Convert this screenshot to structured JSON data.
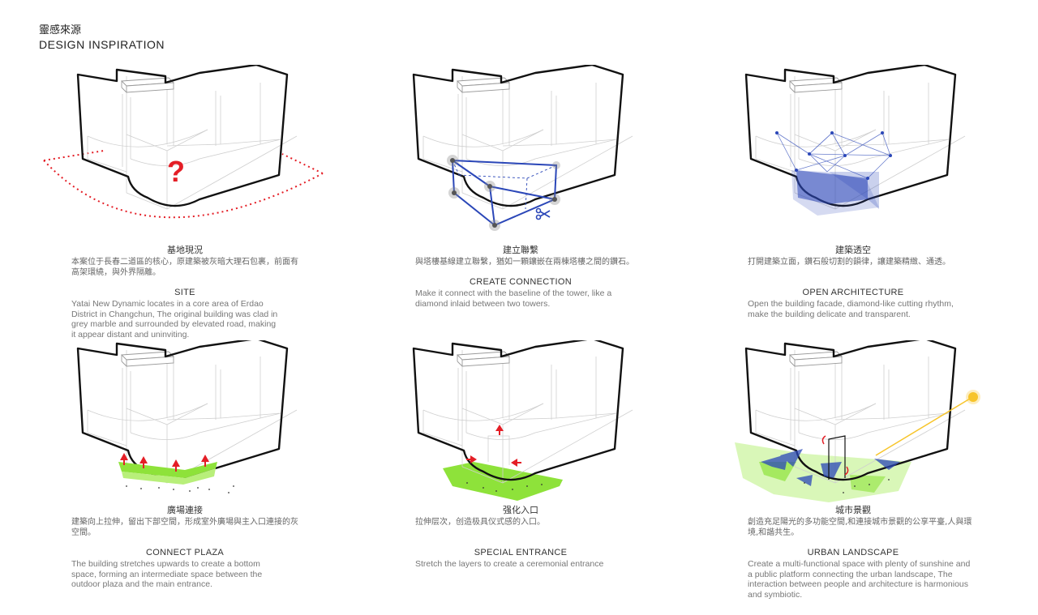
{
  "header": {
    "title_zh": "靈感來源",
    "title_en": "DESIGN INSPIRATION"
  },
  "colors": {
    "outline": "#111111",
    "red": "#e41e26",
    "blue": "#2b47b8",
    "green": "#8ee23a",
    "sun": "#f7c52b"
  },
  "panels": [
    {
      "id": "site",
      "title_zh": "基地現況",
      "body_zh": "本案位于長春二道區的核心，原建築被灰暗大理石包裹，前面有高架環繞，與外界隔離。",
      "title_en": "SITE",
      "body_en": "Yatai New Dynamic locates in a core area of Erdao District in Changchun, The original building was clad in grey marble and surrounded by elevated road, making it appear distant and uninviting."
    },
    {
      "id": "create-connection",
      "title_zh": "建立聯繫",
      "body_zh": "與塔樓基線建立聯繫，猶如一顆鑲嵌在兩棟塔樓之間的鑽石。",
      "title_en": "CREATE  CONNECTION",
      "body_en": "Make it connect with the baseline of the tower, like a diamond inlaid between two towers."
    },
    {
      "id": "open-architecture",
      "title_zh": "建築透空",
      "body_zh": "打開建築立面，鑽石般切割的韻律，讓建築精緻、通透。",
      "title_en": "OPEN ARCHITECTURE",
      "body_en": "Open the building facade, diamond-like cutting rhythm, make the building delicate and transparent."
    },
    {
      "id": "connect-plaza",
      "title_zh": "廣場連接",
      "body_zh": "建築向上拉伸，留出下部空間，形成室外廣場與主入口連接的灰空間。",
      "title_en": "CONNECT PLAZA",
      "body_en": "The building stretches upwards to create a bottom space, forming an intermediate space between the outdoor plaza and the main entrance."
    },
    {
      "id": "special-entrance",
      "title_zh": "强化入口",
      "body_zh": "拉伸层次，创造极具仪式感的入口。",
      "title_en": "SPECIAL ENTRANCE",
      "body_en": "Stretch the layers to create a ceremonial entrance"
    },
    {
      "id": "urban-landscape",
      "title_zh": "城市景觀",
      "body_zh": "創造充足陽光的多功能空間,和連接城市景觀的公享平臺,人與環境,和諧共生。",
      "title_en": "URBAN LANDSCAPE",
      "body_en": "Create a multi-functional space with plenty of sunshine and a public platform connecting the urban landscape, The interaction between people and architecture is harmonious and symbiotic."
    }
  ],
  "annotations": {
    "question_mark": "?"
  }
}
